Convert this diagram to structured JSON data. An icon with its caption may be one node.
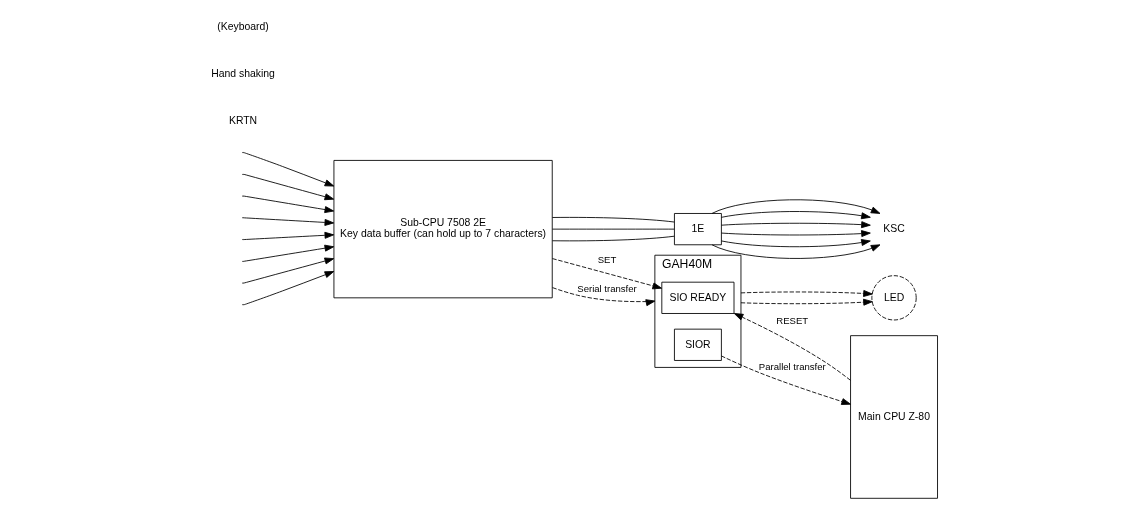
{
  "diagram": {
    "nodes": [
      {
        "text": [
          "1E"
        ]
      },
      {
        "text": [
          "Sub-CPU 7508 2E",
          "Key data buffer (can hold up to 7 characters)"
        ]
      },
      {
        "text": [
          "GAH40M"
        ]
      },
      {
        "text": [
          "SIO READY"
        ],
        "in": 2
      },
      {
        "text": [
          "SIOR"
        ],
        "in": 2
      },
      {
        "text": [
          "Main CPU Z-80"
        ]
      },
      {
        "text": [
          "LED"
        ]
      },
      {
        "text": [
          "KSC"
        ]
      }
    ],
    "edges": [
      {
        "from": 0,
        "to": 7,
        "arrow": "to"
      },
      {
        "from": 0,
        "to": 7,
        "arrow": "to"
      },
      {
        "from": 0,
        "to": 7,
        "arrow": "to"
      },
      {
        "from": 0,
        "to": 7,
        "arrow": "to"
      },
      {
        "from": 0,
        "to": 7,
        "arrow": "to"
      },
      {
        "from": 0,
        "to": 7,
        "arrow": "to"
      },
      {
        "from": 1,
        "to": 0,
        "arrow": "none"
      },
      {
        "from": 1,
        "to": 0,
        "arrow": "none"
      },
      {
        "from": 1,
        "to": 0,
        "arrow": "none"
      },
      {
        "from": null,
        "to": 1,
        "arrow": "to"
      },
      {
        "from": null,
        "to": 1,
        "arrow": "to"
      },
      {
        "from": null,
        "to": 1,
        "arrow": "to"
      },
      {
        "from": null,
        "to": 1,
        "arrow": "to"
      },
      {
        "from": null,
        "to": 1,
        "arrow": "to"
      },
      {
        "from": null,
        "to": 1,
        "arrow": "to"
      },
      {
        "from": null,
        "to": 1,
        "arrow": "to"
      },
      {
        "from": null,
        "to": 1,
        "arrow": "to"
      },
      {
        "from": 1,
        "to": 3,
        "arrow": "to",
        "label": "SET",
        "style": "dashed"
      },
      {
        "from": 5,
        "to": 3,
        "arrow": "to",
        "label": "RESET",
        "style": "dashed"
      },
      {
        "from": 1,
        "to": 2,
        "arrow": "to",
        "label": "Serial transfer",
        "style": "dashed"
      },
      {
        "from": 4,
        "to": 5,
        "arrow": "to",
        "label": "Parallel transfer",
        "style": "dashed"
      },
      {
        "from": 2,
        "to": 6,
        "arrow": "to",
        "style": "dashed"
      },
      {
        "from": 2,
        "to": 6,
        "arrow": "to",
        "style": "dashed"
      }
    ],
    "labels": [
      "KRTN",
      "Hand shaking",
      "(Keyboard)"
    ]
  }
}
